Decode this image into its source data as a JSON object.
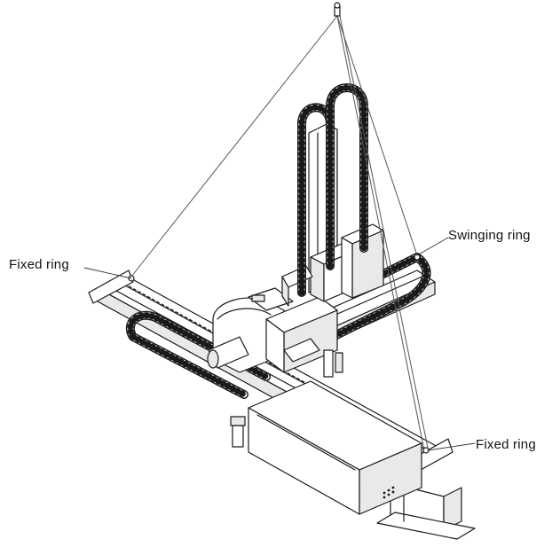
{
  "labels": {
    "fixed_ring_left": "Fixed ring",
    "swinging_ring": "Swinging ring",
    "fixed_ring_right": "Fixed ring"
  },
  "colors": {
    "line": "#1a1a1a",
    "fill": "#ffffff",
    "shade": "#e9e9e9",
    "rope": "#555555"
  }
}
